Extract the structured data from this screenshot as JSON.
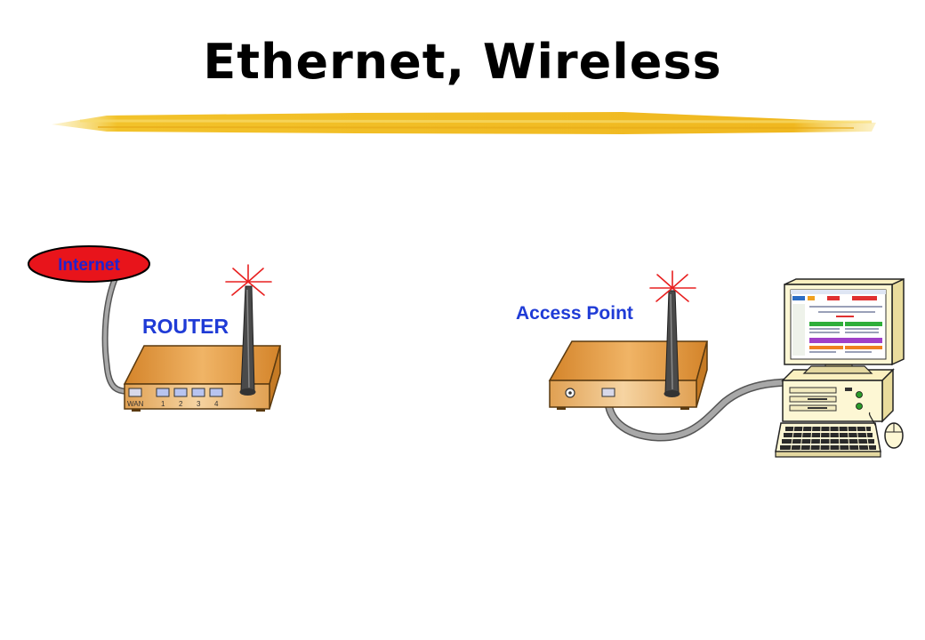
{
  "slide": {
    "title": "Ethernet, Wireless"
  },
  "diagram": {
    "internet_label": "Internet",
    "router_label": "ROUTER",
    "access_point_label": "Access Point",
    "router_ports": {
      "wan": "WAN",
      "p1": "1",
      "p2": "2",
      "p3": "3",
      "p4": "4"
    }
  },
  "colors": {
    "title_text": "#000000",
    "underline_stroke": "#f2c22a",
    "internet_fill": "#e8141b",
    "internet_text": "#2222cc",
    "device_label_text": "#1f3bd6",
    "device_body": "#e49a3c",
    "device_front": "#f0c88a",
    "antenna": "#555555",
    "signal_rays": "#e82020",
    "cable": "#8c8c8c",
    "computer_case": "#fdf7d4"
  }
}
